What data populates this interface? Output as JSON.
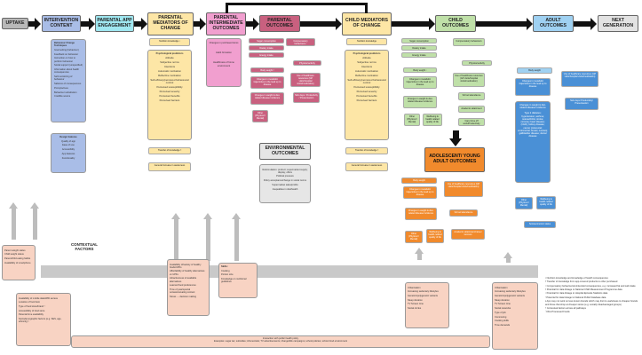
{
  "headers": {
    "uptake": "UPTAKE",
    "intervention": "INTERVENTION CONTENT",
    "engagement": "PARENTAL APP ENGAGEMENT",
    "par_mediators": "PARENTAL MEDIATORS OF CHANGE",
    "par_intermediate": "PARENTAL INTERMEDIATE OUTCOMES",
    "par_outcomes": "PARENTAL OUTCOMES",
    "child_mediators": "CHILD MEDIATORS OF CHANGE",
    "child_outcomes": "CHILD OUTCOMES",
    "adult_outcomes": "ADULT OUTCOMES",
    "next_gen": "NEXT GENERATION",
    "adolescent": "ADOLESCENT/ YOUNG ADULT OUTCOMES",
    "environmental": "ENVIRONMENTAL OUTCOMES",
    "contextual": "CONTEXTUAL FACTORS"
  },
  "intervention": {
    "bct_title": "Behaviour Change Techniques",
    "bct_items": [
      "Goal setting (behaviour)",
      "Feedback on behaviour",
      "Instruction on how to perform behaviour",
      "Social support (unspecified)",
      "Information about health consequences",
      "Self-monitoring of behaviour",
      "Salience of consequences",
      "Prompts/cues",
      "Behaviour substitution",
      "Credible source"
    ],
    "design_title": "Design features",
    "design_items": [
      "Quality of app",
      "Ease of use",
      "Accessibility",
      "App features",
      "Functionality"
    ]
  },
  "par_mediators": {
    "knowledge": "Nutrition knowledge ᵃ",
    "psych_title": "Psychological predictors",
    "psych_items": [
      "Attitude",
      "Subjective norms",
      "Intentions",
      "Automatic motivation",
      "Reflective motivation",
      "Self-efficacy/perceived behavioural control",
      "Perceived susceptibility",
      "Perceived severity",
      "Perceived benefits",
      "Perceived barriers"
    ],
    "transfer": "Transfer of knowledge ᵇ",
    "general": "General increase in awareness"
  },
  "par_intermediate": {
    "items": [
      "Changes in purchased items",
      "Habit formation",
      "Healthiness of home environment"
    ]
  },
  "par_outcomes": {
    "items": [
      "Sugar consumption",
      "Dietary intake",
      "Energy intake",
      "Compensatory behaviours ᶜ",
      "Physical activity",
      "Body weight ᵈ",
      "Changes in metabolic trajectories in the lead up to disease",
      "Use of healthcare resources (GP visits/hospital visits/medication)",
      "Changes in weight & diet-related disease incidence",
      "Sick days / Productivity / Presenteeism",
      "Other (Physical / Mental)"
    ]
  },
  "environmental": {
    "items": [
      "Reformulation: product; supermarket supply; display; offers",
      "Political pressure",
      "Policy acceptance/change in social norms",
      "Supermarket sales/profits",
      "Inequalities in diet/health"
    ]
  },
  "child_mediators": {
    "knowledge": "Nutrition knowledge",
    "psych_title": "Psychological predictors",
    "psych_items": [
      "Attitude",
      "Subjective norms",
      "Intentions",
      "Automatic motivation",
      "Reflective motivation",
      "Self-efficacy/perceived behavioural control",
      "Perceived susceptibility",
      "Perceived severity",
      "Perceived benefits",
      "Perceived barriers"
    ],
    "transfer": "Transfer of knowledge ᵇ",
    "general": "General increase in awareness"
  },
  "child_outcomes": {
    "items": [
      "Sugar consumption",
      "Dietary intake",
      "Energy intake",
      "Compensatory behaviours",
      "Physical activity",
      "Body weight ᵉ",
      "Changes in metabolic trajectories in the lead up to disease",
      "Use of healthcare resources (GP visits/hospital visits/medication)",
      "Changes in weight & diet-related disease incidence",
      "School attendance",
      "Academic attainment",
      "Other (Physical / Mental)",
      "Wellbeing & health-related quality of life",
      "Carer time off work/Productivity"
    ]
  },
  "adolescent": {
    "items": [
      "Body weight",
      "Changes in metabolic trajectories in the lead up to disease",
      "Use of healthcare resources (GP visits/hospital visits/medication)",
      "Changes in weight & diet-related disease incidence",
      "School attendance",
      "Other (Physical / Mental)",
      "Wellbeing & health-related quality of life",
      "Academic attainment/career success"
    ]
  },
  "adult_outcomes": {
    "items": [
      "Body weight",
      "Changes in metabolic trajectories in the lead up to disease",
      "Use of healthcare resources (GP visits/hospital visits/medication)",
      "Changes in weight & diet-related disease incidence",
      "Sick days/ Productivity/ Presenteeism",
      "Other (Physical / Mental)",
      "Wellbeing & health-related quality of life",
      "Socioeconomic status"
    ],
    "diseases": "Type 2 diabetes; hypertension; asthma; osteoarthritis; stroke; coronary heart disease; (CHD); kidney disease; cancer (colorectal; endometrial; breast; ovarian); gallbladder disease; dental disease"
  },
  "context": {
    "c1": [
      "Parent weight status",
      "Child weight status",
      "Parent/child eating habits",
      "Availability of smartphone"
    ],
    "c2": [
      "Availability of mobile data/WiFi access",
      "Location of food item",
      "Type of food store/brand ᶠ",
      "Accessibility of food store",
      "Parental time availability",
      "Sociodemographic factors (e.g. SES, age, ethnicity) ᶠ"
    ],
    "c3": [
      "Availability of/variety of healthy foods/UPFs",
      "Affordability of healthy alternatives vs UPFs",
      "Attractiveness of available alternatives",
      "Learned food preferences",
      "Time of year/special occasions/eating context",
      "Stress → decision making"
    ],
    "c4_title": "Skills:",
    "c4": [
      "Cooking",
      "Portion size",
      "Knowledge on nutritional guidelines"
    ],
    "c5": [
      "Urbanisation",
      "Increasing sedentary lifestyles",
      "Genetics/polygenetic variants",
      "Sleep duration",
      "TV Screen time",
      "Social circles"
    ],
    "c6": [
      "Urbanisation",
      "Increasing sedentary lifestyles",
      "Genetics/polygenetic variants",
      "Sleep duration",
      "TV Screen time",
      "Social networks",
      "Type of job",
      "Commuting",
      "Cooking skills",
      "Time demands"
    ],
    "policy": "Interaction with public health policy",
    "policy_examples": "Examples: sugar tax; subsidies; infomercials; TV advertisements; change4life campaigns; school policies; school food environment"
  },
  "notes": [
    "ᵃ Nutrition knowledge and knowledge of health consequences",
    "ᵇ Transfer of knowledge from app-covered products to other purchased",
    "ᶜ Compensatory behaviours/unintended consequences, e.g. increased fat and salt intake",
    "ᵈ Potential for data linkage to National Child Measurement Programme data",
    "ᵉ Potential for data linkage to Hospital Episode Statistics data",
    "ᶠ Potential for data linkage to National Public Database data",
    "ᵍ App may not work on less known brands which may limit to usefulness to cheaper brands and those that shop at cheaper stores (e.g. socially disadvantaged groups)",
    "ʰ Contextual factors across all pathways",
    "ⁱ Ultra Processed Foods"
  ],
  "colors": {
    "uptake": "#b8b8b8",
    "intervention": "#a9bde7",
    "engagement": "#9fe7f0",
    "mediators": "#fde6a6",
    "intermediate": "#f19fcf",
    "par_outcomes": "#c9607f",
    "environmental": "#e6e6e6",
    "child": "#bfe0a8",
    "adolescent": "#f18a2c",
    "adult": "#9fd1f2",
    "context": "#f8d3c3",
    "black": "#111111"
  }
}
